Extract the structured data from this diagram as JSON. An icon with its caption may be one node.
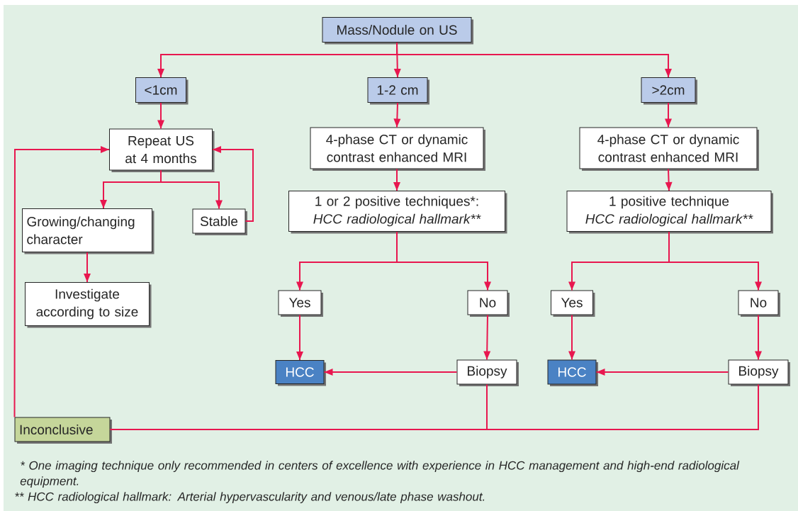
{
  "diagram": {
    "nodes": [
      {
        "text": [
          "Mass/Nodule on US"
        ]
      },
      {
        "text": [
          "<1cm"
        ]
      },
      {
        "text": [
          "1-2 cm"
        ]
      },
      {
        "text": [
          ">2cm"
        ]
      },
      {
        "text": [
          "Repeat US at 4 months"
        ]
      },
      {
        "text": [
          "4-phase CT or dynamic contrast enhanced MRI"
        ]
      },
      {
        "text": [
          "4-phase CT or dynamic contrast enhanced MRI"
        ]
      },
      {
        "text": [
          "1 or 2 positive techniques*:",
          "HCC radiological hallmark**"
        ]
      },
      {
        "text": [
          "1 positive technique",
          "HCC radiological hallmark**"
        ]
      },
      {
        "text": [
          "Growing/changing character"
        ]
      },
      {
        "text": [
          "Stable"
        ]
      },
      {
        "text": [
          "Investigate according to size"
        ]
      },
      {
        "text": [
          "Yes"
        ]
      },
      {
        "text": [
          "No"
        ]
      },
      {
        "text": [
          "Yes"
        ]
      },
      {
        "text": [
          "No"
        ]
      },
      {
        "text": [
          "HCC"
        ]
      },
      {
        "text": [
          "Biopsy"
        ]
      },
      {
        "text": [
          "HCC"
        ]
      },
      {
        "text": [
          "Biopsy"
        ]
      },
      {
        "text": [
          "Inconclusive"
        ]
      }
    ],
    "edges": [
      {
        "from": 0,
        "to": 1,
        "arrow": "to"
      },
      {
        "from": 0,
        "to": 2,
        "arrow": "to"
      },
      {
        "from": 0,
        "to": 3,
        "arrow": "to"
      },
      {
        "from": 1,
        "to": 4,
        "arrow": "to"
      },
      {
        "from": 2,
        "to": 5,
        "arrow": "to"
      },
      {
        "from": 3,
        "to": 6,
        "arrow": "to"
      },
      {
        "from": 5,
        "to": 7,
        "arrow": "to"
      },
      {
        "from": 6,
        "to": 8,
        "arrow": "to"
      },
      {
        "from": 4,
        "to": 9,
        "arrow": "to"
      },
      {
        "from": 4,
        "to": 10,
        "arrow": "to"
      },
      {
        "from": 10,
        "to": 4,
        "arrow": "to"
      },
      {
        "from": 9,
        "to": 11,
        "arrow": "to"
      },
      {
        "from": 7,
        "to": 12,
        "arrow": "to"
      },
      {
        "from": 7,
        "to": 13,
        "arrow": "to"
      },
      {
        "from": 8,
        "to": 14,
        "arrow": "to"
      },
      {
        "from": 8,
        "to": 15,
        "arrow": "to"
      },
      {
        "from": 12,
        "to": 16,
        "arrow": "to"
      },
      {
        "from": 13,
        "to": 17,
        "arrow": "to"
      },
      {
        "from": 14,
        "to": 18,
        "arrow": "to"
      },
      {
        "from": 15,
        "to": 19,
        "arrow": "to"
      },
      {
        "from": 17,
        "to": 16,
        "arrow": "to"
      },
      {
        "from": 19,
        "to": 18,
        "arrow": "to"
      },
      {
        "from": 17,
        "to": 20,
        "arrow": "none"
      },
      {
        "from": 19,
        "to": 20,
        "arrow": "none"
      },
      {
        "from": 20,
        "to": 4,
        "arrow": "to"
      }
    ],
    "labels": [
      "* One imaging technique only recommended in centers of excellence with experience in HCC management and high-end radiological equipment.",
      "** HCC radiological hallmark: Arterial hypervascularity and venous/late phase washout."
    ]
  }
}
